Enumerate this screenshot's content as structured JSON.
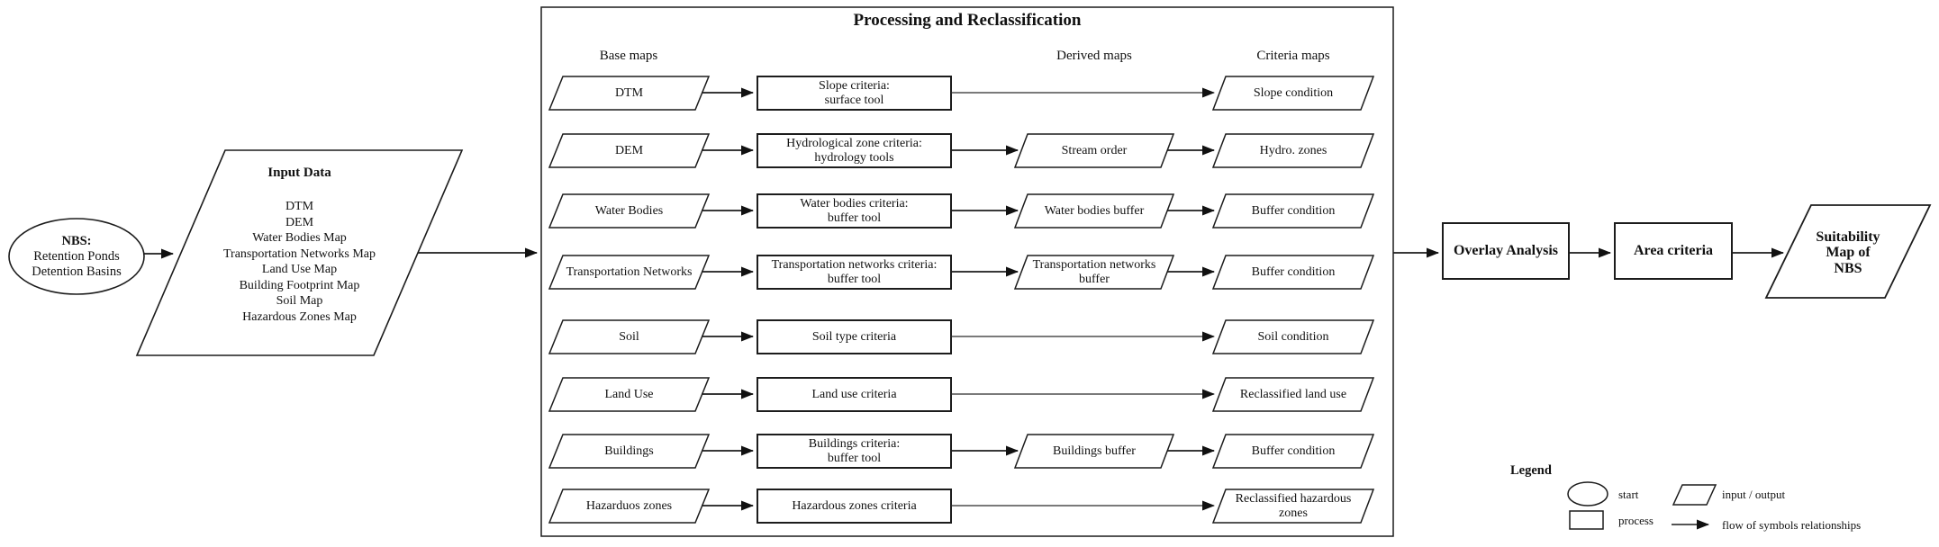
{
  "start": {
    "title": "NBS:",
    "lines": [
      "Retention Ponds",
      "Detention Basins"
    ]
  },
  "input": {
    "title": "Input Data",
    "items": [
      "DTM",
      "DEM",
      "Water Bodies Map",
      "Transportation Networks Map",
      "Land Use Map",
      "Building Footprint Map",
      "Soil Map",
      "Hazardous Zones Map"
    ]
  },
  "process": {
    "title": "Processing and Reclassification",
    "columns": {
      "base": "Base maps",
      "derived": "Derived maps",
      "criteria": "Criteria maps"
    },
    "rows": [
      {
        "base": "DTM",
        "criteria": [
          "Slope criteria:",
          "surface tool"
        ],
        "derived": null,
        "output": "Slope condition"
      },
      {
        "base": "DEM",
        "criteria": [
          "Hydrological zone criteria:",
          "hydrology tools"
        ],
        "derived": "Stream order",
        "output": "Hydro. zones"
      },
      {
        "base": "Water Bodies",
        "criteria": [
          "Water bodies criteria:",
          "buffer tool"
        ],
        "derived": "Water bodies buffer",
        "output": "Buffer condition"
      },
      {
        "base": "Transportation Networks",
        "criteria": [
          "Transportation networks criteria:",
          "buffer tool"
        ],
        "derived": [
          "Transportation networks",
          "buffer"
        ],
        "output": "Buffer condition"
      },
      {
        "base": "Soil",
        "criteria": "Soil type criteria",
        "derived": null,
        "output": "Soil condition"
      },
      {
        "base": "Land Use",
        "criteria": "Land use criteria",
        "derived": null,
        "output": "Reclassified land use"
      },
      {
        "base": "Buildings",
        "criteria": [
          "Buildings criteria:",
          "buffer tool"
        ],
        "derived": "Buildings buffer",
        "output": "Buffer condition"
      },
      {
        "base": "Hazarduos zones",
        "criteria": "Hazardous zones criteria",
        "derived": null,
        "output": [
          "Reclassified hazardous",
          "zones"
        ]
      }
    ]
  },
  "overlay": "Overlay Analysis",
  "area": "Area criteria",
  "result": [
    "Suitability",
    "Map of",
    "NBS"
  ],
  "legend": {
    "title": "Legend",
    "start": "start",
    "process": "process",
    "io": "input / output",
    "flow": "flow of symbols relationships"
  },
  "colors": {
    "stroke": "#1c1c1c",
    "background": "#ffffff",
    "text": "#111111"
  }
}
